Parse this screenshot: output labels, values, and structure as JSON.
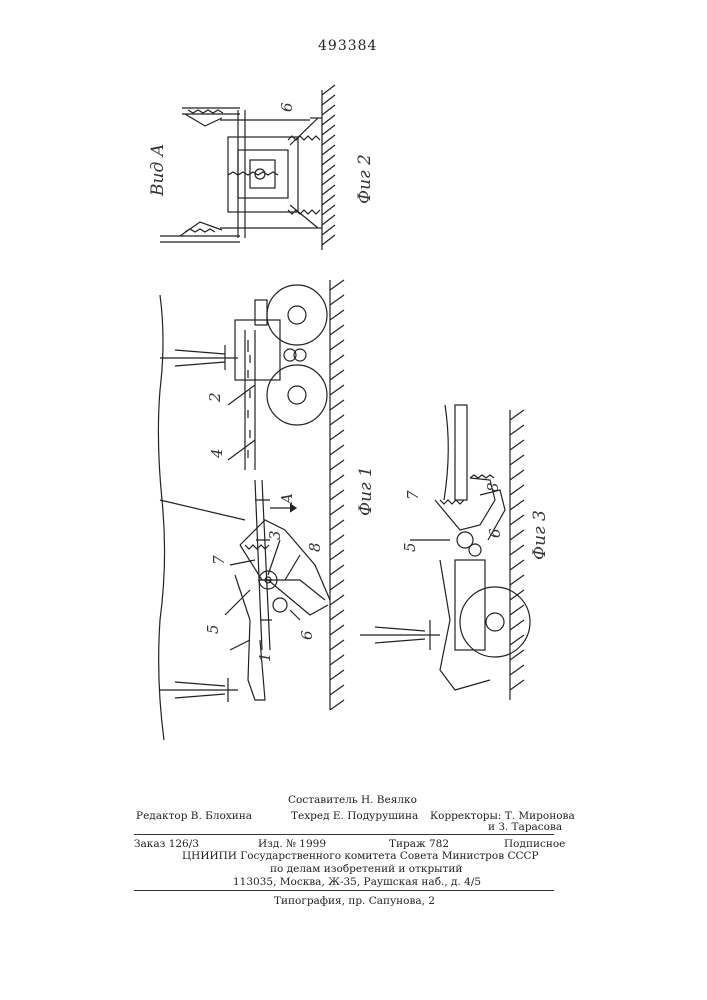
{
  "patent_number": "493384",
  "figures": {
    "fig1": {
      "caption": "Фиг 1",
      "labels": [
        "1",
        "2",
        "3",
        "4",
        "5",
        "6",
        "7",
        "8"
      ],
      "view_arrow": "A"
    },
    "fig2": {
      "caption": "Фиг 2",
      "view_title": "Вид А",
      "labels": [
        "6"
      ]
    },
    "fig3": {
      "caption": "Фиг 3",
      "labels": [
        "5",
        "6",
        "7",
        "8"
      ]
    }
  },
  "footer": {
    "compiler": "Составитель Н. Веялко",
    "editor": "Редактор В. Блохина",
    "techred": "Техред Е. Подурушина",
    "correctors_1": "Корректоры: Т. Миронова",
    "correctors_2": "и З. Тарасова",
    "order": "Заказ 126/3",
    "edition": "Изд. № 1999",
    "circulation": "Тираж 782",
    "subscription": "Подписное",
    "org_line1": "ЦНИИПИ Государственного комитета Совета Министров СССР",
    "org_line2": "по делам изобретений и открытий",
    "address": "113035, Москва, Ж-35, Раушская наб., д. 4/5",
    "printing": "Типография, пр. Сапунова, 2"
  }
}
